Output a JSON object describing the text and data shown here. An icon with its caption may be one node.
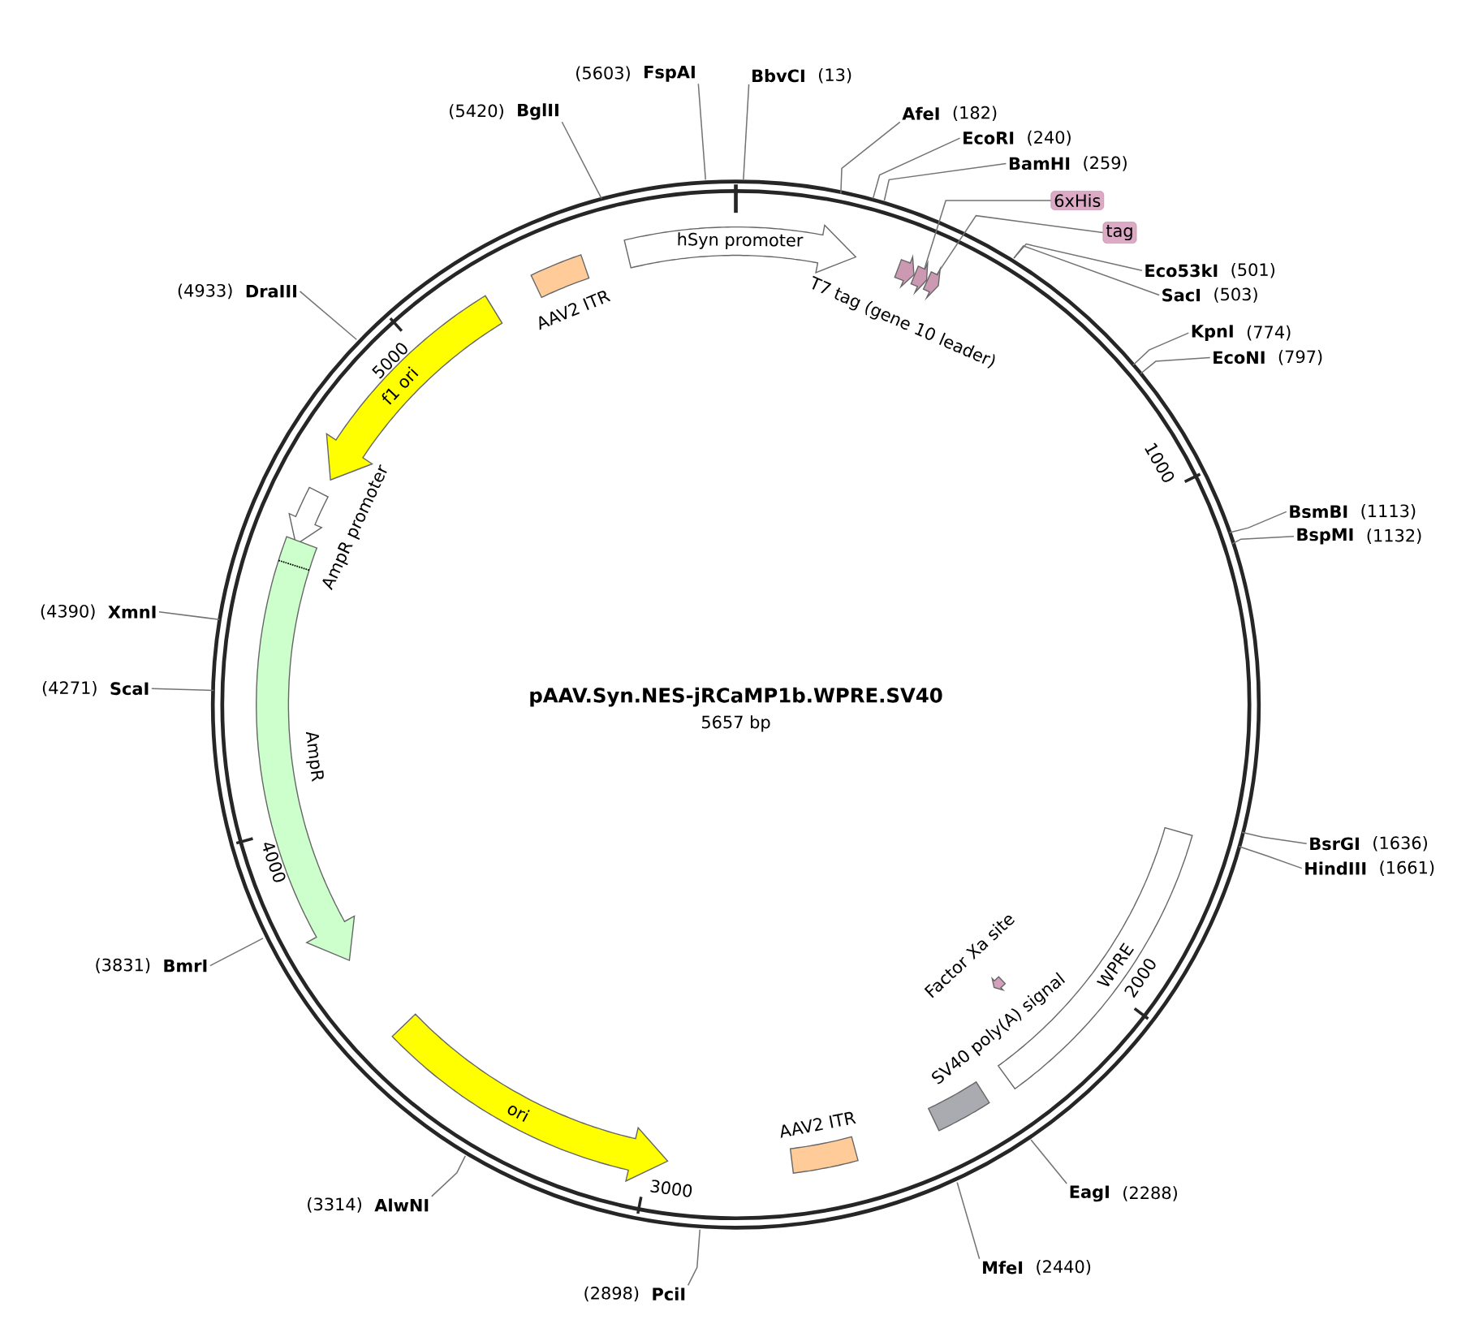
{
  "diagram": {
    "title": "pAAV.Syn.NES-jRCaMP1b.WPRE.SV40",
    "nodes": [
      {
        "text": [
          "BbvCI"
        ],
        "beside": [
          "(13)"
        ]
      },
      {
        "text": [
          "AfeI"
        ],
        "beside": [
          "(182)"
        ]
      },
      {
        "text": [
          "EcoRI"
        ],
        "beside": [
          "(240)"
        ]
      },
      {
        "text": [
          "BamHI"
        ],
        "beside": [
          "(259)"
        ]
      },
      {
        "text": [
          "Eco53kI"
        ],
        "beside": [
          "(501)"
        ]
      },
      {
        "text": [
          "SacI"
        ],
        "beside": [
          "(503)"
        ]
      },
      {
        "text": [
          "KpnI"
        ],
        "beside": [
          "(774)"
        ]
      },
      {
        "text": [
          "EcoNI"
        ],
        "beside": [
          "(797)"
        ]
      },
      {
        "text": [
          "BsmBI"
        ],
        "beside": [
          "(1113)"
        ]
      },
      {
        "text": [
          "BspMI"
        ],
        "beside": [
          "(1132)"
        ]
      },
      {
        "text": [
          "BsrGI"
        ],
        "beside": [
          "(1636)"
        ]
      },
      {
        "text": [
          "HindIII"
        ],
        "beside": [
          "(1661)"
        ]
      },
      {
        "text": [
          "EagI"
        ],
        "beside": [
          "(2288)"
        ]
      },
      {
        "text": [
          "MfeI"
        ],
        "beside": [
          "(2440)"
        ]
      },
      {
        "text": [
          "PciI"
        ],
        "beside": [
          "(2898)"
        ]
      },
      {
        "text": [
          "AlwNI"
        ],
        "beside": [
          "(3314)"
        ]
      },
      {
        "text": [
          "BmrI"
        ],
        "beside": [
          "(3831)"
        ]
      },
      {
        "text": [
          "ScaI"
        ],
        "beside": [
          "(4271)"
        ]
      },
      {
        "text": [
          "XmnI"
        ],
        "beside": [
          "(4390)"
        ]
      },
      {
        "text": [
          "DraIII"
        ],
        "beside": [
          "(4933)"
        ]
      },
      {
        "text": [
          "BglII"
        ],
        "beside": [
          "(5420)"
        ]
      },
      {
        "text": [
          "FspAI"
        ],
        "beside": [
          "(5603)"
        ]
      },
      {
        "text": [
          "hSyn promoter"
        ]
      },
      {
        "text": [
          "AAV2 ITR"
        ]
      },
      {
        "text": [
          "f1 ori"
        ]
      },
      {
        "text": [
          "AmpR promoter"
        ]
      },
      {
        "text": [
          "AmpR"
        ]
      },
      {
        "text": [
          "ori"
        ]
      },
      {
        "text": [
          "AAV2 ITR"
        ]
      },
      {
        "text": [
          "SV40 poly(A) signal"
        ]
      },
      {
        "text": [
          "WPRE"
        ]
      },
      {
        "text": [
          "Factor Xa site"
        ]
      },
      {
        "text": [
          "T7 tag (gene 10 leader)"
        ]
      },
      {
        "text": [
          "6xHis"
        ]
      },
      {
        "text": [
          "tag"
        ]
      },
      {
        "text": [],
        "shape": "arrow"
      },
      {
        "text": [],
        "shape": "arrow"
      }
    ],
    "edges": [
      {
        "from": 0,
        "to": null,
        "arrow": "none"
      },
      {
        "from": 1,
        "to": null,
        "arrow": "none"
      },
      {
        "from": 2,
        "to": null,
        "arrow": "none"
      },
      {
        "from": 3,
        "to": null,
        "arrow": "none"
      },
      {
        "from": 4,
        "to": null,
        "arrow": "none"
      },
      {
        "from": 5,
        "to": null,
        "arrow": "none"
      },
      {
        "from": 6,
        "to": null,
        "arrow": "none"
      },
      {
        "from": 7,
        "to": null,
        "arrow": "none"
      },
      {
        "from": 8,
        "to": null,
        "arrow": "none"
      },
      {
        "from": 9,
        "to": null,
        "arrow": "none"
      },
      {
        "from": 10,
        "to": null,
        "arrow": "none"
      },
      {
        "from": 11,
        "to": null,
        "arrow": "none"
      },
      {
        "from": 12,
        "to": null,
        "arrow": "none"
      },
      {
        "from": 13,
        "to": null,
        "arrow": "none"
      },
      {
        "from": 14,
        "to": null,
        "arrow": "none"
      },
      {
        "from": 15,
        "to": null,
        "arrow": "none"
      },
      {
        "from": 16,
        "to": null,
        "arrow": "none"
      },
      {
        "from": 17,
        "to": null,
        "arrow": "none"
      },
      {
        "from": 18,
        "to": null,
        "arrow": "none"
      },
      {
        "from": 19,
        "to": null,
        "arrow": "none"
      },
      {
        "from": 20,
        "to": null,
        "arrow": "none"
      },
      {
        "from": 21,
        "to": null,
        "arrow": "none"
      },
      {
        "from": 33,
        "to": 35,
        "arrow": "none"
      },
      {
        "from": 34,
        "to": 36,
        "arrow": "none"
      }
    ],
    "labels": [
      "5657 bp",
      "1000",
      "2000",
      "3000",
      "4000",
      "5000"
    ]
  }
}
